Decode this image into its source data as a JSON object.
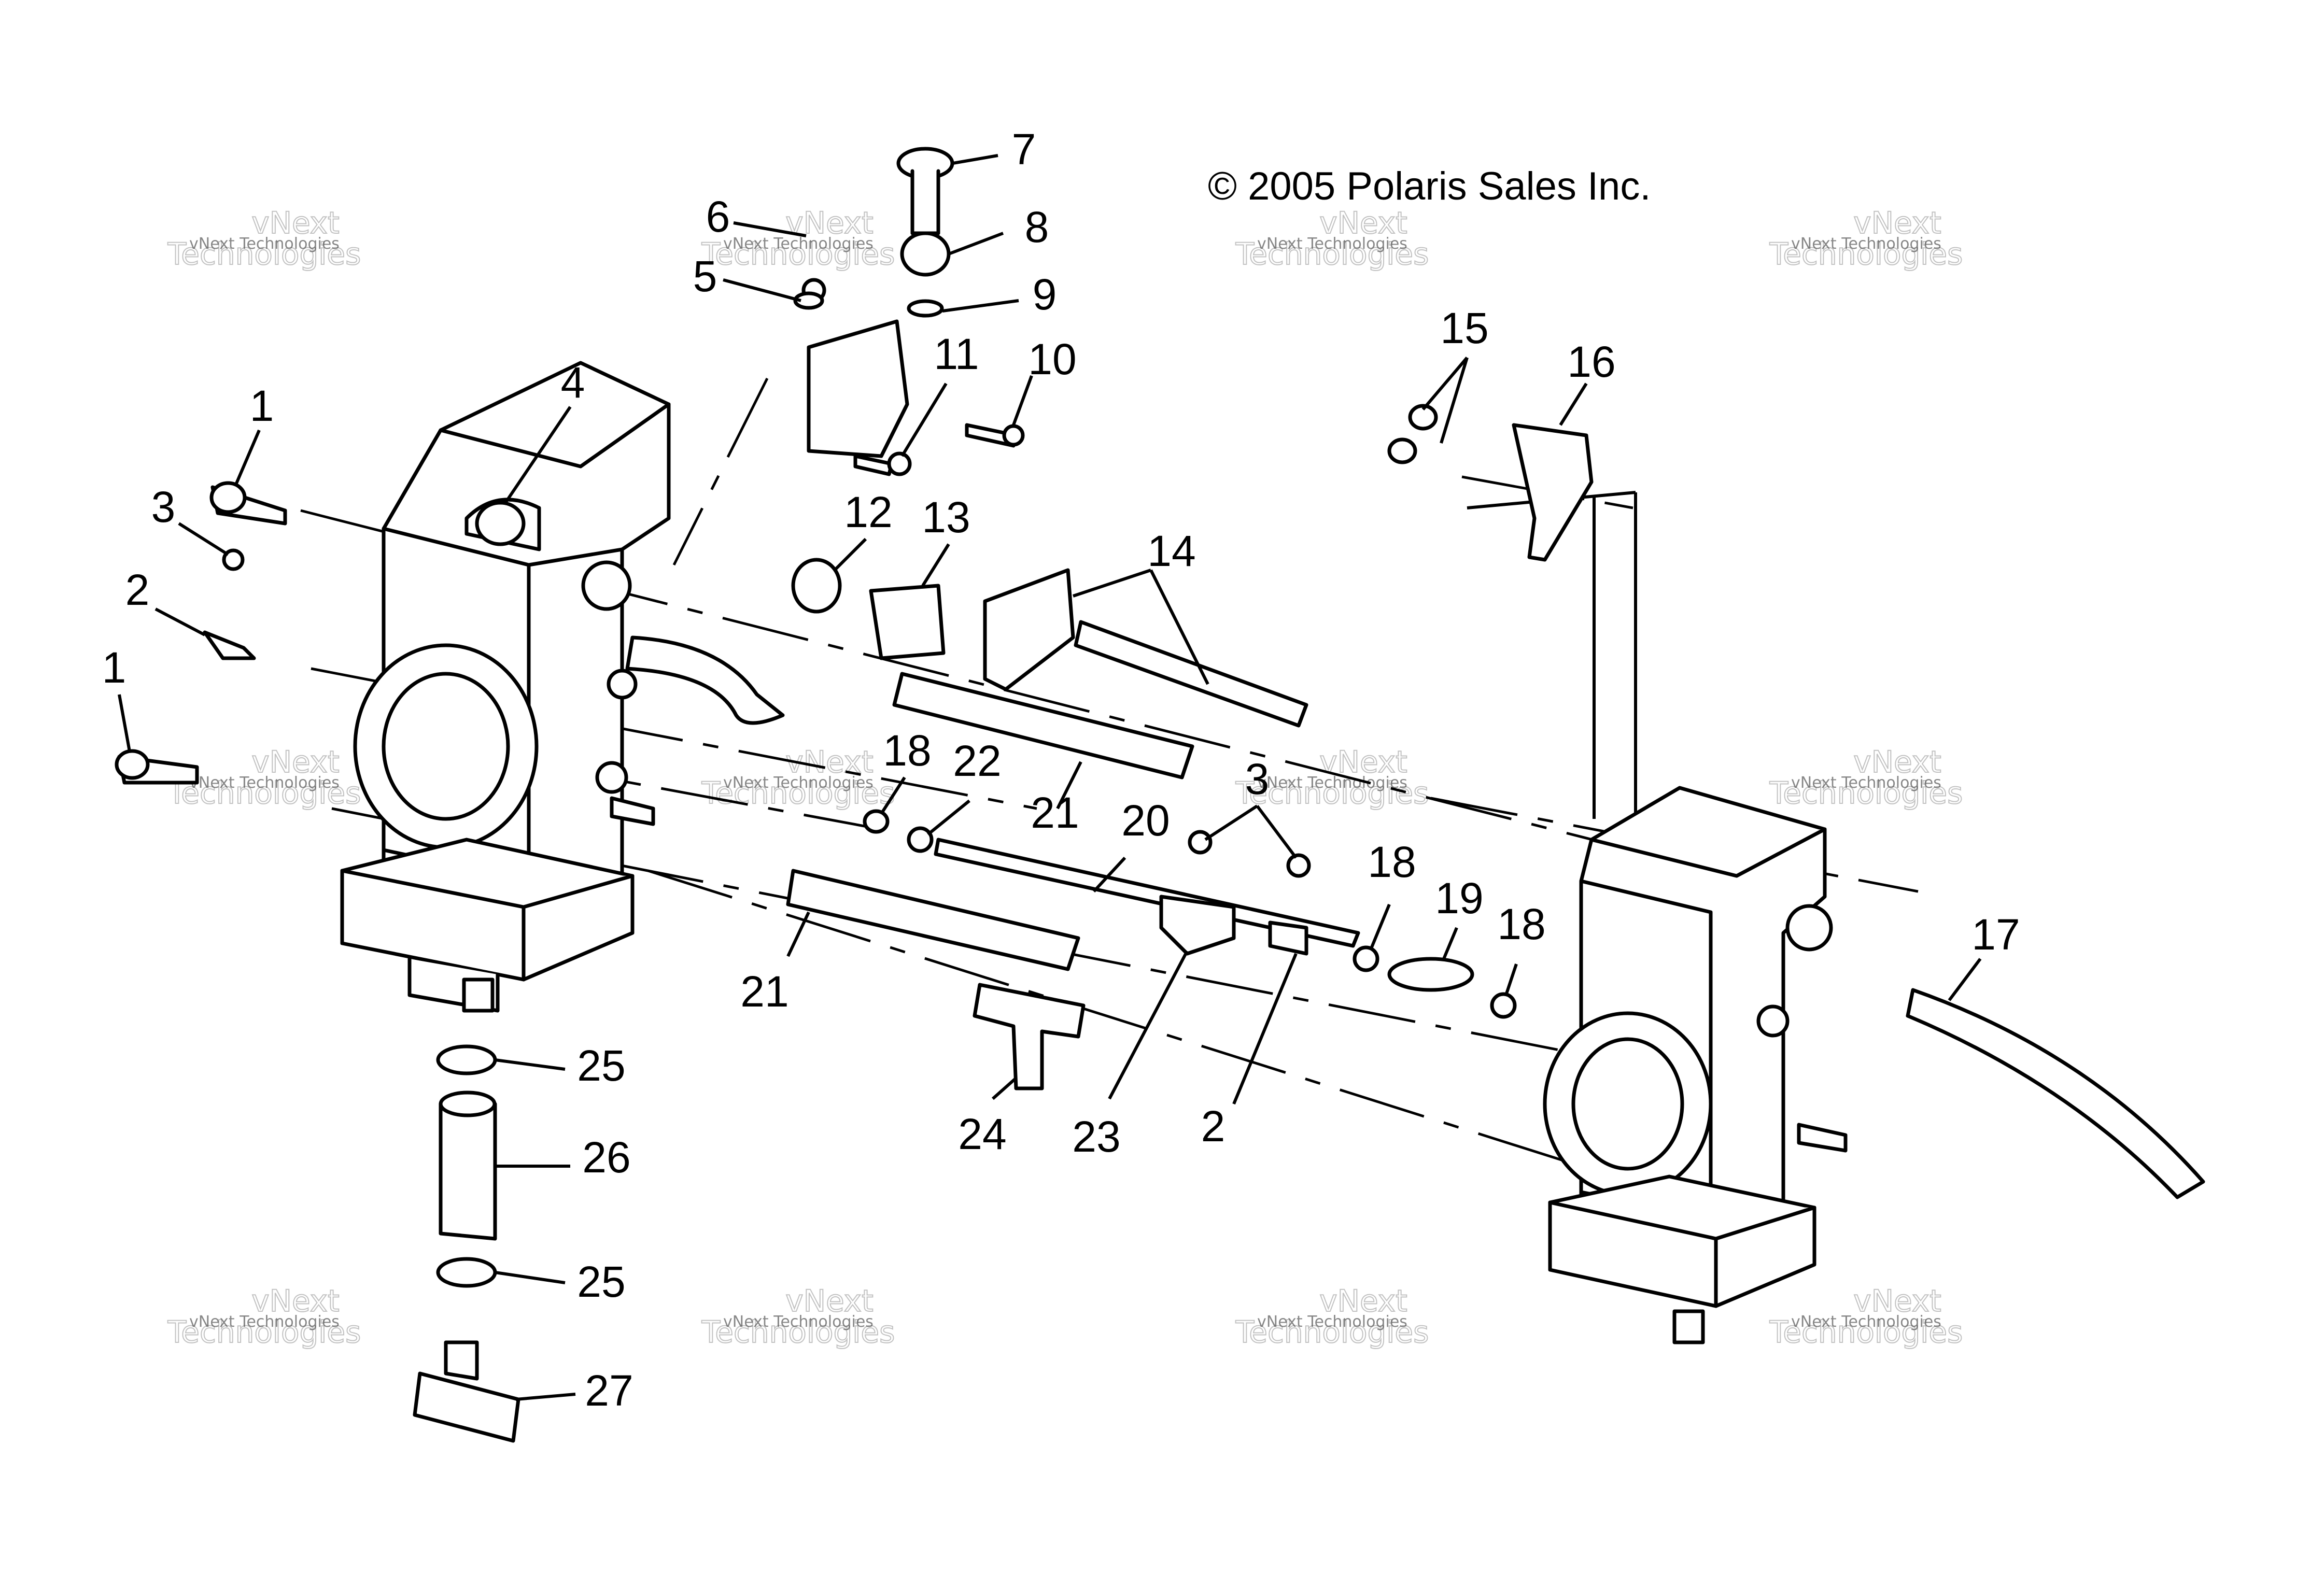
{
  "copyright": "© 2005 Polaris Sales Inc.",
  "watermark": {
    "line1": "vNext",
    "line2": "Technologies",
    "small": "vNext Technologies"
  },
  "callouts": [
    {
      "id": "c1a",
      "label": "1"
    },
    {
      "id": "c1b",
      "label": "1"
    },
    {
      "id": "c2a",
      "label": "2"
    },
    {
      "id": "c2b",
      "label": "2"
    },
    {
      "id": "c3a",
      "label": "3"
    },
    {
      "id": "c3b",
      "label": "3"
    },
    {
      "id": "c4",
      "label": "4"
    },
    {
      "id": "c5",
      "label": "5"
    },
    {
      "id": "c6",
      "label": "6"
    },
    {
      "id": "c7",
      "label": "7"
    },
    {
      "id": "c8",
      "label": "8"
    },
    {
      "id": "c9",
      "label": "9"
    },
    {
      "id": "c10",
      "label": "10"
    },
    {
      "id": "c11",
      "label": "11"
    },
    {
      "id": "c12",
      "label": "12"
    },
    {
      "id": "c13",
      "label": "13"
    },
    {
      "id": "c14",
      "label": "14"
    },
    {
      "id": "c15",
      "label": "15"
    },
    {
      "id": "c16",
      "label": "16"
    },
    {
      "id": "c17",
      "label": "17"
    },
    {
      "id": "c18a",
      "label": "18"
    },
    {
      "id": "c18b",
      "label": "18"
    },
    {
      "id": "c18c",
      "label": "18"
    },
    {
      "id": "c19",
      "label": "19"
    },
    {
      "id": "c20",
      "label": "20"
    },
    {
      "id": "c21a",
      "label": "21"
    },
    {
      "id": "c21b",
      "label": "21"
    },
    {
      "id": "c22",
      "label": "22"
    },
    {
      "id": "c23",
      "label": "23"
    },
    {
      "id": "c24",
      "label": "24"
    },
    {
      "id": "c25a",
      "label": "25"
    },
    {
      "id": "c25b",
      "label": "25"
    },
    {
      "id": "c26",
      "label": "26"
    },
    {
      "id": "c27",
      "label": "27"
    }
  ]
}
